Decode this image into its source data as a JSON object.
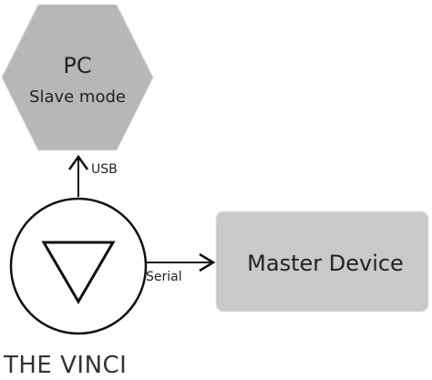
{
  "nodes": {
    "pc": {
      "title": "PC",
      "subtitle": "Slave mode",
      "fill": "#b7b7b7"
    },
    "vinci": {
      "label": "THE VINCI"
    },
    "master": {
      "label": "Master Device",
      "fill": "#c9c9c9"
    }
  },
  "edges": {
    "usb": {
      "label": "USB"
    },
    "serial": {
      "label": "Serial"
    }
  },
  "colors": {
    "stroke": "#111111",
    "text": "#222222",
    "caption": "#333333"
  }
}
